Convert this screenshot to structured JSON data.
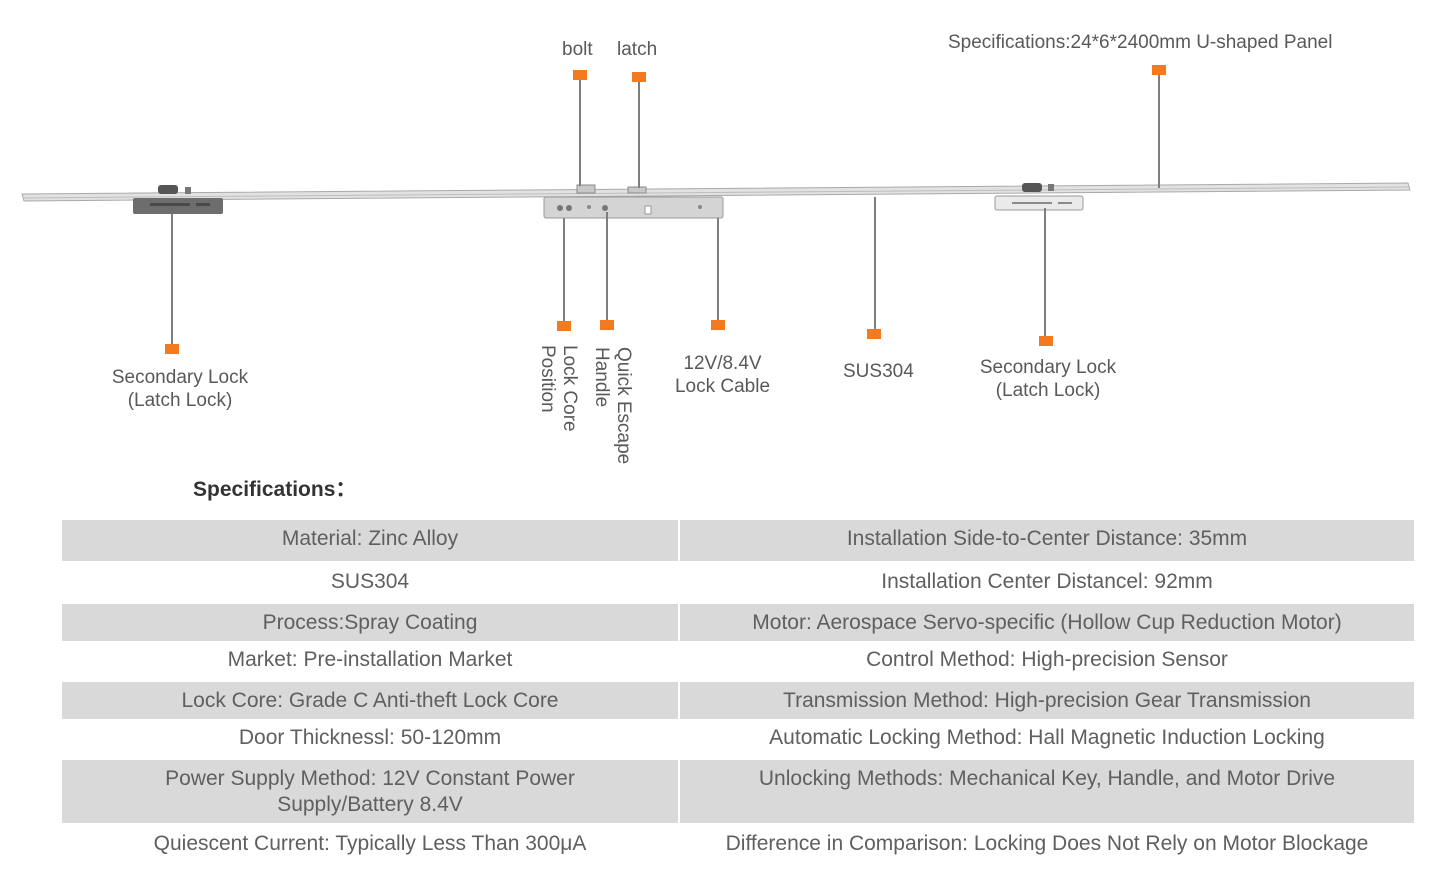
{
  "callouts": {
    "bolt": "bolt",
    "latch": "latch",
    "panel_spec": "Specifications:24*6*2400mm  U-shaped Panel",
    "secondary_lock_left": [
      "Secondary Lock",
      "(Latch Lock)"
    ],
    "lock_core_position": [
      "Lock Core",
      "Position"
    ],
    "quick_escape_handle": [
      "Quick Escape",
      "Handle"
    ],
    "lock_cable": [
      "12V/8.4V",
      "Lock Cable"
    ],
    "material_sus304": "SUS304",
    "secondary_lock_right": [
      "Secondary Lock",
      "(Latch Lock)"
    ]
  },
  "colors": {
    "marker": "#f47a20",
    "leader_line": "#7f7f7f",
    "rail": "#dcdcdc",
    "lock_body": "#6b6b6b",
    "table_shade": "#d9d9d9"
  },
  "specs": {
    "heading": "Specifications：",
    "rows": [
      [
        "Material: Zinc Alloy",
        "Installation Side-to-Center Distance: 35mm"
      ],
      [
        "SUS304",
        "Installation Center Distancel: 92mm"
      ],
      [
        "Process:Spray Coating",
        "Motor: Aerospace Servo-specific (Hollow Cup Reduction Motor)"
      ],
      [
        "Market: Pre-installation Market",
        "Control Method: High-precision Sensor"
      ],
      [
        "Lock Core: Grade C Anti-theft Lock Core",
        "Transmission Method: High-precision Gear Transmission"
      ],
      [
        "Door Thicknessl: 50-120mm",
        "Automatic Locking Method: Hall Magnetic Induction Locking"
      ],
      [
        "Power Supply Method: 12V Constant Power Supply/Battery 8.4V",
        "Unlocking Methods: Mechanical Key, Handle, and Motor Drive"
      ],
      [
        "Quiescent Current: Typically Less Than 300μA",
        "Difference in Comparison: Locking Does Not Rely on Motor Blockage"
      ]
    ]
  }
}
